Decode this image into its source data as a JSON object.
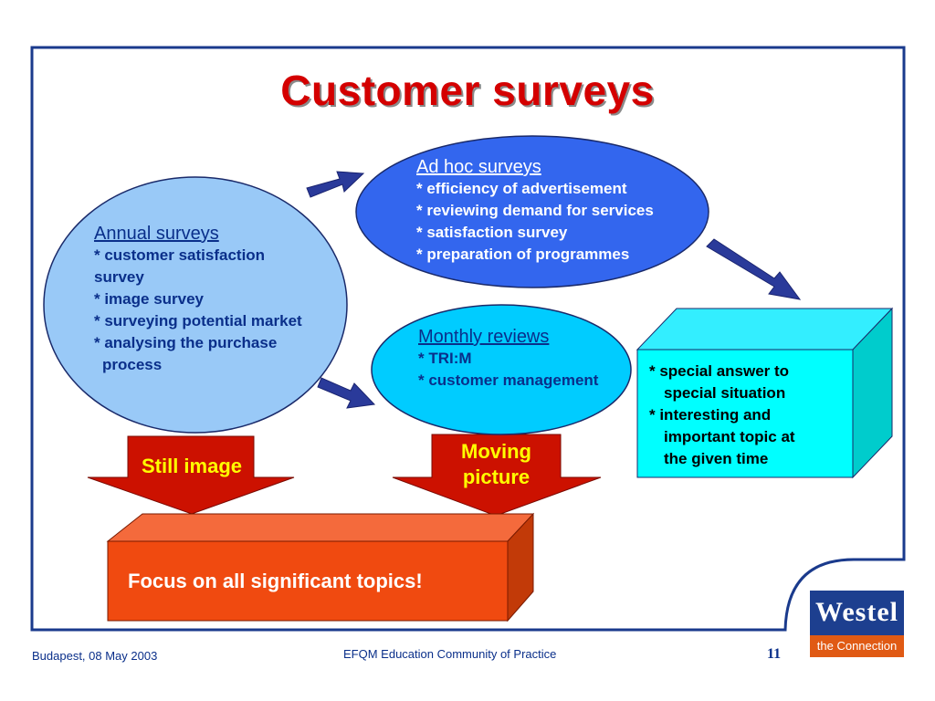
{
  "title": "Customer surveys",
  "annual": {
    "heading": "Annual surveys",
    "items": [
      "* customer satisfaction",
      "survey",
      "* image survey",
      "* surveying potential market",
      "* analysing the purchase",
      "  process"
    ]
  },
  "adhoc": {
    "heading": "Ad hoc surveys",
    "items": [
      "* efficiency of advertisement",
      "* reviewing demand for services",
      "* satisfaction survey",
      "* preparation of programmes"
    ]
  },
  "monthly": {
    "heading": "Monthly reviews",
    "items": [
      "* TRI:M",
      "* customer management"
    ]
  },
  "special": {
    "items": [
      "* special answer to",
      "special situation",
      "*  interesting and",
      "important topic at",
      "the given time"
    ]
  },
  "still_image": "Still image",
  "moving_picture": [
    "Moving",
    "picture"
  ],
  "focus": "Focus on all significant topics!",
  "footer": {
    "left": "Budapest, 08 May 2003",
    "center": "EFQM Education Community of Practice",
    "page": "11"
  },
  "logo": {
    "brand": "Westel",
    "tagline": "the Connection"
  },
  "colors": {
    "frame": "#1a3a8c",
    "title": "#d40000",
    "annual_fill": "#99c9f7",
    "adhoc_fill": "#3366ee",
    "monthly_fill": "#00ccff",
    "cube_front": "#00ffff",
    "arrow_red": "#cc1100",
    "focus_front": "#f04a10",
    "blue_arrow": "#2a3a9a"
  }
}
